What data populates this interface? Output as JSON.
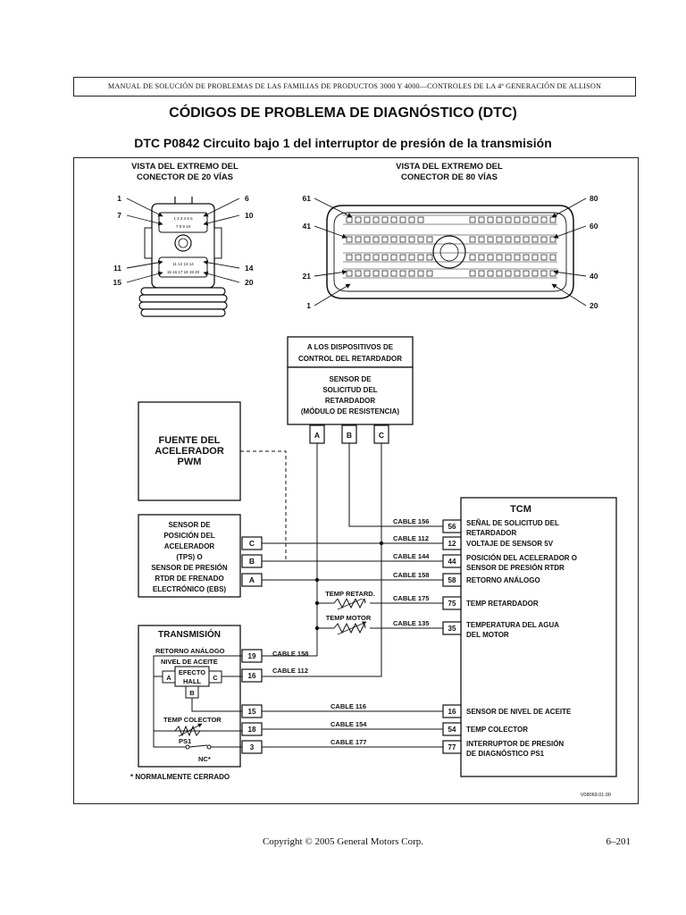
{
  "header": {
    "manual_title": "MANUAL DE SOLUCIÓN DE PROBLEMAS DE LAS FAMILIAS DE PRODUCTOS 3000 Y 4000—CONTROLES DE LA 4ª GENERACIÓN DE ALLISON"
  },
  "title": "CÓDIGOS DE PROBLEMA DE DIAGNÓSTICO (DTC)",
  "subtitle": "DTC P0842 Circuito bajo 1 del interruptor de presión de la transmisión",
  "connector20": {
    "title_l1": "VISTA DEL EXTREMO DEL",
    "title_l2": "CONECTOR DE 20 VÍAS",
    "pins": {
      "p1": "1",
      "p6": "6",
      "p7": "7",
      "p10": "10",
      "p11": "11",
      "p14": "14",
      "p15": "15",
      "p20": "20"
    }
  },
  "connector80": {
    "title_l1": "VISTA DEL EXTREMO DEL",
    "title_l2": "CONECTOR DE 80 VÍAS",
    "pins": {
      "p61": "61",
      "p80": "80",
      "p41": "41",
      "p60": "60",
      "p21": "21",
      "p40": "40",
      "p1": "1",
      "p20": "20"
    }
  },
  "retarder": {
    "header_l1": "A LOS DISPOSITIVOS DE",
    "header_l2": "CONTROL DEL RETARDADOR",
    "sensor_l1": "SENSOR DE",
    "sensor_l2": "SOLICITUD DEL",
    "sensor_l3": "RETARDADOR",
    "sensor_l4": "(MÓDULO DE RESISTENCIA)",
    "pin_a": "A",
    "pin_b": "B",
    "pin_c": "C"
  },
  "pwm": {
    "l1": "FUENTE DEL",
    "l2": "ACELERADOR",
    "l3": "PWM"
  },
  "tps": {
    "l1": "SENSOR DE",
    "l2": "POSICIÓN DEL",
    "l3": "ACELERADOR",
    "l4": "(TPS) O",
    "l5": "SENSOR DE PRESIÓN",
    "l6": "RTDR DE FRENADO",
    "l7": "ELECTRÓNICO (EBS)",
    "pin_c": "C",
    "pin_b": "B",
    "pin_a": "A"
  },
  "tcm": {
    "title": "TCM",
    "pins": [
      {
        "num": "56",
        "cable": "CABLE  156",
        "desc_l1": "SEÑAL DE SOLICITUD DEL",
        "desc_l2": "RETARDADOR"
      },
      {
        "num": "12",
        "cable": "CABLE  112",
        "desc_l1": "VOLTAJE DE SENSOR 5V",
        "desc_l2": ""
      },
      {
        "num": "44",
        "cable": "CABLE  144",
        "desc_l1": "POSICIÓN DEL ACELERADOR  O",
        "desc_l2": "SENSOR DE PRESIÓN RTDR"
      },
      {
        "num": "58",
        "cable": "CABLE  158",
        "desc_l1": "RETORNO ANÁLOGO",
        "desc_l2": ""
      },
      {
        "num": "75",
        "cable": "CABLE  175",
        "desc_l1": "TEMP RETARDADOR",
        "desc_l2": ""
      },
      {
        "num": "35",
        "cable": "CABLE  135",
        "desc_l1": "TEMPERATURA DEL AGUA",
        "desc_l2": "DEL MOTOR"
      },
      {
        "num": "16",
        "cable": "CABLE  116",
        "desc_l1": "SENSOR DE NIVEL DE ACEITE",
        "desc_l2": ""
      },
      {
        "num": "54",
        "cable": "CABLE  154",
        "desc_l1": "TEMP COLECTOR",
        "desc_l2": ""
      },
      {
        "num": "77",
        "cable": "CABLE  177",
        "desc_l1": "INTERRUPTOR DE PRESIÓN",
        "desc_l2": "DE DIAGNÓSTICO PS1"
      }
    ]
  },
  "sensors": {
    "temp_retard": "TEMP RETARD.",
    "temp_motor": "TEMP MOTOR"
  },
  "transmission": {
    "title": "TRANSMISIÓN",
    "retorno": "RETORNO ANÁLOGO",
    "nivel": "NIVEL DE ACEITE",
    "efecto_l1": "EFECTO",
    "efecto_l2": "HALL",
    "pin_a": "A",
    "pin_b": "B",
    "pin_c": "C",
    "temp_colector": "TEMP COLECTOR",
    "ps1": "PS1",
    "nc": "NC*",
    "pins": [
      "19",
      "16",
      "15",
      "18",
      "3"
    ],
    "cable_158": "CABLE  158",
    "cable_112": "CABLE  112"
  },
  "footnote": "* NORMALMENTE CERRADO",
  "figure_id": "V08069.01.00",
  "footer": {
    "copyright": "Copyright © 2005 General Motors Corp.",
    "page": "6–201"
  }
}
